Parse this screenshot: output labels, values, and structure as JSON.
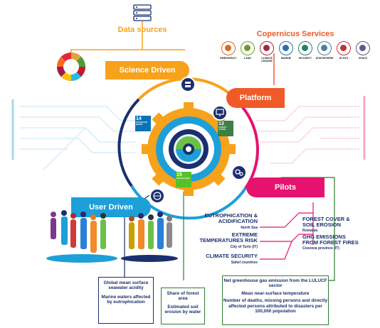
{
  "header": {
    "data_sources": "Data sources",
    "copernicus_services": "Copernicus Services"
  },
  "copernicus": {
    "services": [
      {
        "label": "EMERGENCY",
        "color": "#d96b1f",
        "icon": "fire-icon"
      },
      {
        "label": "LAND",
        "color": "#6a9a2a",
        "icon": "land-icon"
      },
      {
        "label": "CLIMATE CHANGE",
        "color": "#a02a3a",
        "icon": "climate-icon"
      },
      {
        "label": "MARINE",
        "color": "#2a6fa8",
        "icon": "fish-icon"
      },
      {
        "label": "SECURITY",
        "color": "#2a7f6a",
        "icon": "shield-icon"
      },
      {
        "label": "ATMOSPHERE",
        "color": "#4a7ea8",
        "icon": "atmosphere-icon"
      },
      {
        "label": "IN SITU",
        "color": "#c2303a",
        "icon": "satellite-icon"
      },
      {
        "label": "SPACE",
        "color": "#5a5a8a",
        "icon": "space-icon"
      }
    ]
  },
  "banners": {
    "science_driven": "Science Driven",
    "platform": "Platform",
    "user_driven": "User Driven",
    "pilots": "Pilots"
  },
  "colors": {
    "science": "#f7a21b",
    "platform": "#ef5a28",
    "user": "#1d9fd8",
    "pilots": "#e5136f",
    "navy": "#1a2f6e",
    "green": "#2e7d32"
  },
  "sdg_tiles": [
    {
      "number": "14",
      "label": "LIFE BELOW WATER",
      "color": "#0a73b8"
    },
    {
      "number": "13",
      "label": "CLIMATE ACTION",
      "color": "#3f7e44"
    },
    {
      "number": "15",
      "label": "LIFE ON LAND",
      "color": "#56c02b"
    }
  ],
  "pilots": {
    "left": [
      {
        "title": "EUTROPHICATION & ACIDIFICATION",
        "sub": "North Sea"
      },
      {
        "title": "EXTREME TEMPERATURES RISK",
        "sub": "City of Turin (IT)"
      },
      {
        "title": "CLIMATE SECURITY",
        "sub": "Sahel countries"
      }
    ],
    "right": [
      {
        "title": "FOREST COVER & SOIL EROSION",
        "sub": "Romania"
      },
      {
        "title": "GHG EMISSIONS FROM FOREST FIRES",
        "sub": "Cosenza province (IT)"
      }
    ]
  },
  "indicator_boxes": {
    "blue": [
      "Global mean surface seawater acidity",
      "Marine waters affected by eutrophication"
    ],
    "green": [
      "Share of forest area",
      "Estimated soil erosion by water"
    ],
    "darkgreen": [
      "Net greenhouse gas emission from the LULUCF sector",
      "Mean near-surface temperature",
      "Number of deaths, missing persons and directly affected persons attributed to disasters per 100,000 population"
    ]
  }
}
